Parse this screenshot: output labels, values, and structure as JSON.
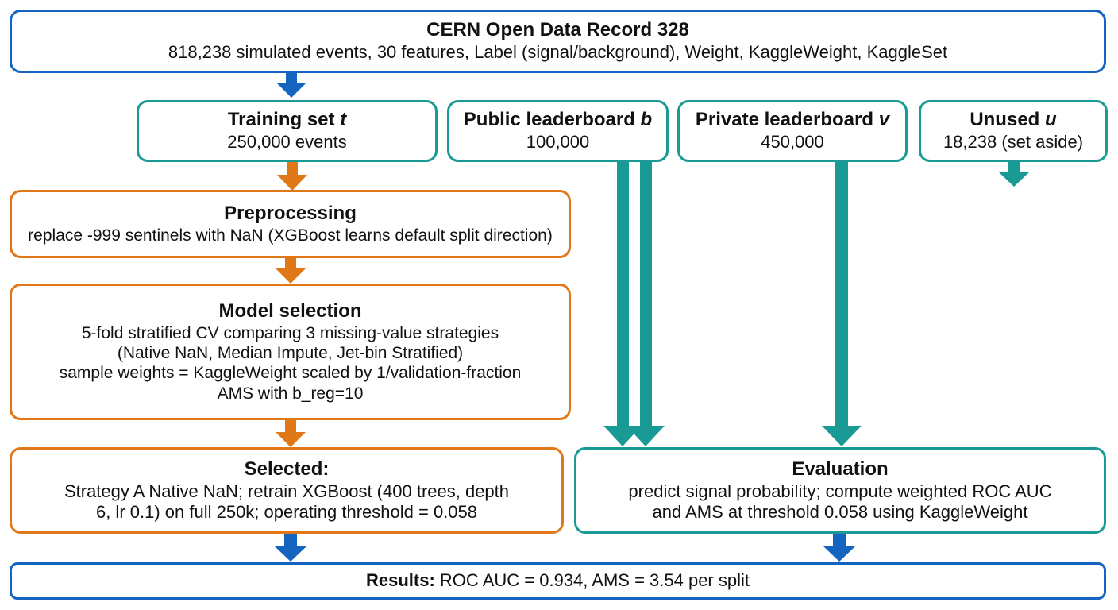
{
  "colors": {
    "blue": "#1565c0",
    "teal": "#1a9a95",
    "orange": "#e07818"
  },
  "source": {
    "title": "CERN Open Data Record 328",
    "desc": "818,238 simulated events, 30 features, Label (signal/background), Weight, KaggleWeight, KaggleSet"
  },
  "splits": [
    {
      "title": "Training set",
      "var": "t",
      "count": "250,000 events"
    },
    {
      "title": "Public leaderboard",
      "var": "b",
      "count": "100,000"
    },
    {
      "title": "Private leaderboard",
      "var": "v",
      "count": "450,000"
    },
    {
      "title": "Unused",
      "var": "u",
      "count": "18,238 (set aside)"
    }
  ],
  "preprocessing": {
    "title": "Preprocessing",
    "desc": "replace -999 sentinels with NaN (XGBoost learns default split direction)"
  },
  "model_selection": {
    "title": "Model selection",
    "lines": [
      "5-fold stratified CV comparing 3 missing-value strategies",
      "(Native NaN, Median Impute, Jet-bin Stratified)",
      "sample weights = KaggleWeight scaled by 1/validation-fraction",
      "AMS with b_reg=10"
    ]
  },
  "selected": {
    "title": "Selected:",
    "lines": [
      "Strategy A Native NaN; retrain XGBoost (400 trees, depth",
      "6, lr 0.1) on full 250k; operating threshold = 0.058"
    ]
  },
  "evaluation": {
    "title": "Evaluation",
    "lines": [
      "predict signal probability; compute weighted ROC AUC",
      "and AMS at threshold 0.058 using KaggleWeight"
    ]
  },
  "results": {
    "label": "Results:",
    "text": " ROC AUC = 0.934, AMS = 3.54 per split"
  }
}
